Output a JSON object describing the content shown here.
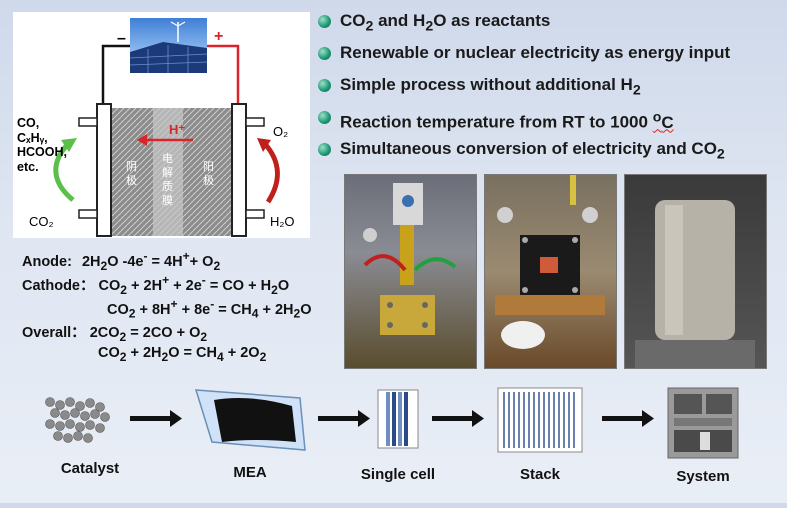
{
  "schematic": {
    "minus": "–",
    "plus": "+",
    "left_products": [
      "CO,",
      "CₓHᵧ,",
      "HCOOH,",
      "etc."
    ],
    "left_bottom": "CO₂",
    "right_top": "O₂",
    "right_bottom": "H₂O",
    "proton": "H⁺",
    "cathode_cn": [
      "阴",
      "极"
    ],
    "electrolyte_cn": [
      "电",
      "解",
      "质",
      "膜"
    ],
    "anode_cn": [
      "阳",
      "极"
    ]
  },
  "bullets": [
    {
      "html": "CO<sub>2</sub> and H<sub>2</sub>O as reactants"
    },
    {
      "html": "Renewable or nuclear electricity as energy input"
    },
    {
      "html": "Simple process without additional H<sub>2</sub>"
    },
    {
      "html": "Reaction temperature from RT to 1000 <span class='wavy'><sup>o</sup>C</span>"
    },
    {
      "html": "Simultaneous conversion of electricity and CO<sub>2</sub>"
    }
  ],
  "equations": {
    "anode_label": "Anode:",
    "anode": "2H<sub>2</sub>O -4e<sup>-</sup> = 4H<sup>+</sup>+ O<sub>2</sub>",
    "cathode_label": "Cathode：",
    "cathode1": "CO<sub>2</sub> + 2H<sup>+</sup> + 2e<sup>-</sup> = CO + H<sub>2</sub>O",
    "cathode2": "CO<sub>2</sub> + 8H<sup>+</sup> + 8e<sup>-</sup> = CH<sub>4</sub> + 2H<sub>2</sub>O",
    "overall_label": "Overall：",
    "overall1": "2CO<sub>2</sub> = 2CO + O<sub>2</sub>",
    "overall2": "CO<sub>2</sub> + 2H<sub>2</sub>O = CH<sub>4</sub> + 2O<sub>2</sub>"
  },
  "flow": [
    "Catalyst",
    "MEA",
    "Single cell",
    "Stack",
    "System"
  ],
  "colors": {
    "wire_red": "#d9252a",
    "arrow_green": "#5bbf4a",
    "arrow_red": "#c0201c",
    "bullet": "#1f9a78"
  }
}
